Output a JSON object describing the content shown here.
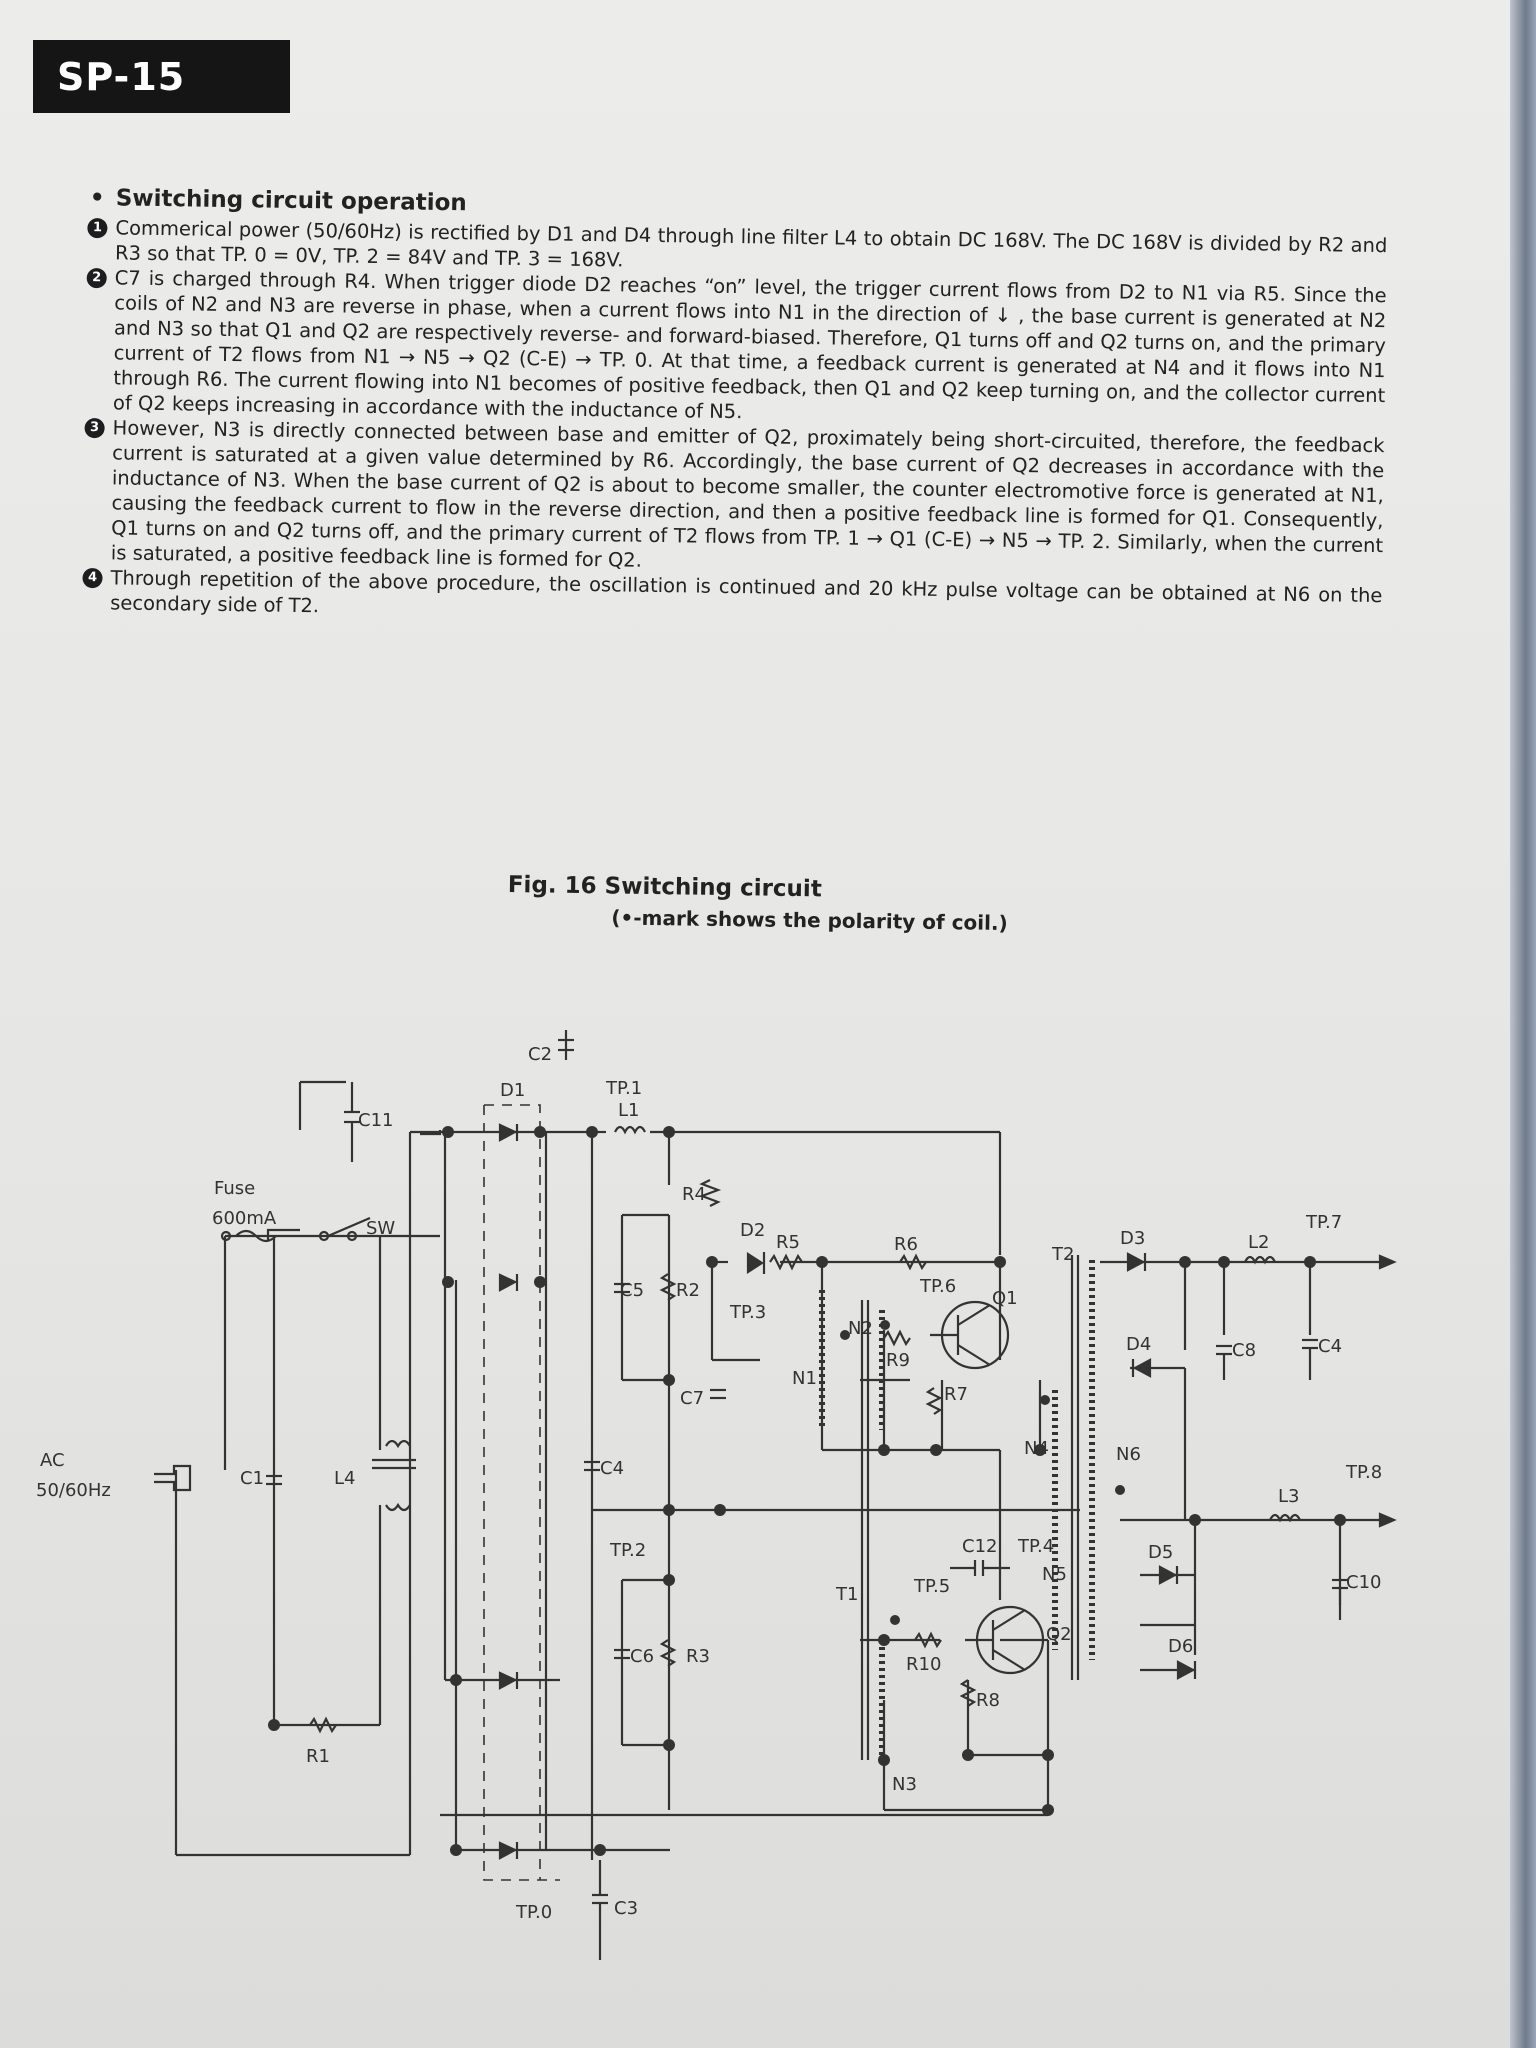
{
  "header": {
    "model": "SP-15"
  },
  "section": {
    "title": "Switching circuit operation",
    "steps": [
      {
        "num": "1",
        "text": "Commerical power (50/60Hz) is rectified by D1 and D4 through line filter L4 to obtain DC 168V. The DC 168V is divided by R2 and R3 so that TP. 0 = 0V, TP. 2 = 84V and TP. 3 = 168V."
      },
      {
        "num": "2",
        "text": "C7 is charged through R4. When trigger diode D2 reaches “on” level, the trigger current flows from D2 to N1 via R5. Since the coils of N2 and N3 are reverse in phase, when a current flows into N1 in the direction of ↓ , the base current is generated at N2 and N3 so that Q1 and Q2 are respectively reverse- and forward-biased. Therefore, Q1 turns off and Q2 turns on, and the primary current of T2 flows from N1 → N5 → Q2 (C-E) → TP. 0. At that time, a feedback current is generated at N4 and it flows into N1 through R6. The current flowing into N1 becomes of positive feedback, then Q1 and Q2 keep turning on, and the collector current of Q2 keeps increasing in accordance with the inductance of N5."
      },
      {
        "num": "3",
        "text": "However, N3 is directly connected between base and emitter of Q2, proximately being short-circuited, therefore, the feedback current is saturated at a given value determined by R6. Accordingly, the base current of Q2 decreases in accordance with the inductance of N3. When the base current of Q2 is about to become smaller, the counter electromotive force is generated at N1, causing the feedback current to flow in the reverse direction, and then a positive feedback line is formed for Q1. Consequently, Q1 turns on and Q2 turns off, and the primary current of T2 flows from TP. 1 → Q1 (C-E) → N5 → TP. 2. Similarly, when the current is saturated, a positive feedback line is formed for Q2."
      },
      {
        "num": "4",
        "text": "Through repetition of the above procedure, the oscillation is continued and 20 kHz pulse voltage can be obtained at N6 on the secondary side of T2."
      }
    ]
  },
  "figure": {
    "title": "Fig. 16  Switching circuit",
    "note": "(•-mark shows the polarity of coil.)"
  },
  "schematic_labels": {
    "c2": "C2",
    "d1": "D1",
    "tp1": "TP.1",
    "l1": "L1",
    "c11": "C11",
    "fuse": "Fuse",
    "fuse_rating": "600mA",
    "sw": "SW",
    "r4": "R4",
    "d2": "D2",
    "r5": "R5",
    "r6": "R6",
    "t2": "T2",
    "d3": "D3",
    "l2": "L2",
    "tp7": "TP.7",
    "c5": "C5",
    "r2": "R2",
    "tp3": "TP.3",
    "tp6": "TP.6",
    "q1": "Q1",
    "n2": "N2",
    "r9": "R9",
    "n1": "N1",
    "r7": "R7",
    "d4": "D4",
    "c8": "C8",
    "c4_out": "C4",
    "c7": "C7",
    "ac": "AC",
    "ac_freq": "50/60Hz",
    "c1": "C1",
    "l4": "L4",
    "c4": "C4",
    "n4": "N4",
    "n6": "N6",
    "tp8": "TP.8",
    "l3": "L3",
    "tp2": "TP.2",
    "c12": "C12",
    "tp4": "TP.4",
    "n5": "N5",
    "d5": "D5",
    "c10": "C10",
    "t1": "T1",
    "tp5": "TP.5",
    "q2": "Q2",
    "d6": "D6",
    "c6": "C6",
    "r3": "R3",
    "r10": "R10",
    "r8": "R8",
    "r1": "R1",
    "n3": "N3",
    "tp0": "TP.0",
    "c3": "C3"
  }
}
